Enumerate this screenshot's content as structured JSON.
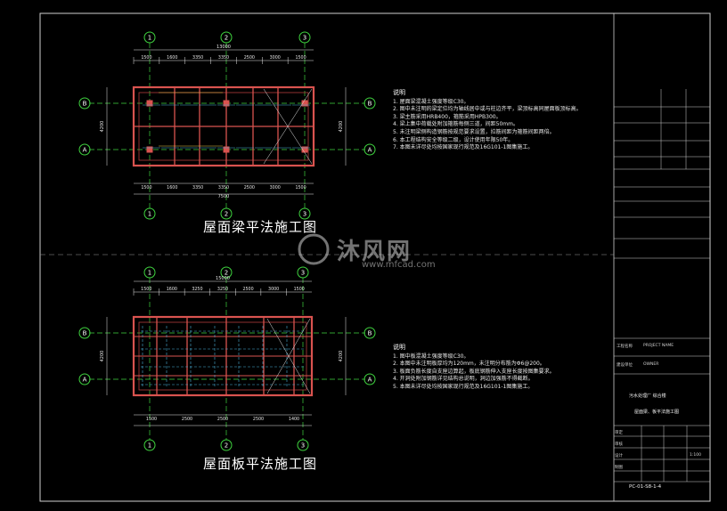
{
  "drawings": {
    "roof_beam_title": "屋面梁平法施工图",
    "roof_slab_title": "屋面板平法施工图"
  },
  "axes": {
    "horizontal": [
      "1",
      "2",
      "3"
    ],
    "vertical": [
      "A",
      "B"
    ]
  },
  "dims": {
    "top_total": "13000",
    "top_parts": [
      "1500",
      "1600",
      "3350",
      "3350",
      "2500",
      "3000",
      "1500"
    ],
    "side_total": "4200",
    "beam_mid": "7500",
    "slab_top_total": "15000",
    "slab_top_parts": [
      "1500",
      "1600",
      "3250",
      "3250",
      "2500",
      "3000",
      "1500"
    ],
    "slab_bottom_parts": [
      "1500",
      "2500",
      "2500",
      "2500",
      "1400"
    ]
  },
  "notes_beam": {
    "heading": "说明",
    "items": [
      "1. 屋面梁混凝土强度等级C30。",
      "2. 图中未注明的梁定位均为轴线居中或与柱边齐平，梁顶标高同屋面板顶标高。",
      "3. 梁主筋采用HRB400，箍筋采用HPB300。",
      "4. 梁上集中荷载处附加箍筋每侧三道，间距50mm。",
      "5. 未注明梁侧构造钢筋按规范要求设置，拉筋间距为箍筋间距两倍。",
      "6. 本工程结构安全等级二级，设计使用年限50年。",
      "7. 本图未详尽处均按国家现行规范及16G101-1图集施工。"
    ]
  },
  "notes_slab": {
    "heading": "说明",
    "items": [
      "1. 图中板混凝土强度等级C30。",
      "2. 本图中未注明板厚均为120mm，未注明分布筋为Φ6@200。",
      "3. 板面负筋长度自支座边算起，板底钢筋伸入支座长度按图集要求。",
      "4. 开洞处附加钢筋详见结构总说明，洞边加强筋不得截断。",
      "5. 本图未详尽处均按国家现行规范及16G101-1图集施工。"
    ]
  },
  "title_block": {
    "project_label": "工程名称",
    "project_name": "PROJECT NAME",
    "owner_label": "建设单位",
    "owner_name": "OWNER",
    "drawing_title": "屋面梁、板平法施工图",
    "subproject": "污水处理厂  综合楼",
    "scale": "1:100",
    "drawing_no": "PC-01-S8-1-4",
    "approved": "审定",
    "checked": "审核",
    "designed": "设计",
    "drawn": "制图"
  },
  "watermark": {
    "brand_cn": "沐风网",
    "url": "www.mfcad.com"
  },
  "colors": {
    "grid": "#3fd43f",
    "beam": "#d9534f",
    "beam_dark": "#b23b3b",
    "steel": "#4ab0d8",
    "dim": "#e6e6e6",
    "frame": "#cfcfcf",
    "bubble": "#3fd43f"
  }
}
